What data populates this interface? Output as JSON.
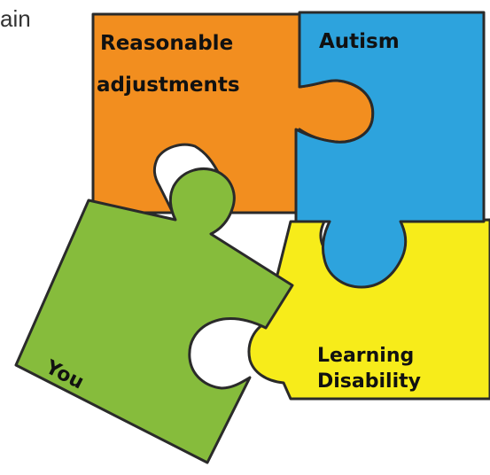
{
  "top_left_fragment": "ain",
  "pieces": {
    "reasonable": {
      "line1": "Reasonable",
      "line2": "adjustments",
      "color": "#F28E1F"
    },
    "autism": {
      "label": "Autism",
      "color": "#2DA3DD"
    },
    "learning": {
      "line1": "Learning",
      "line2": "Disability",
      "color": "#F7EC1A"
    },
    "you": {
      "label": "You",
      "color": "#86BC3C"
    }
  },
  "colors": {
    "outline": "#2a2a2a",
    "text": "#111111"
  }
}
